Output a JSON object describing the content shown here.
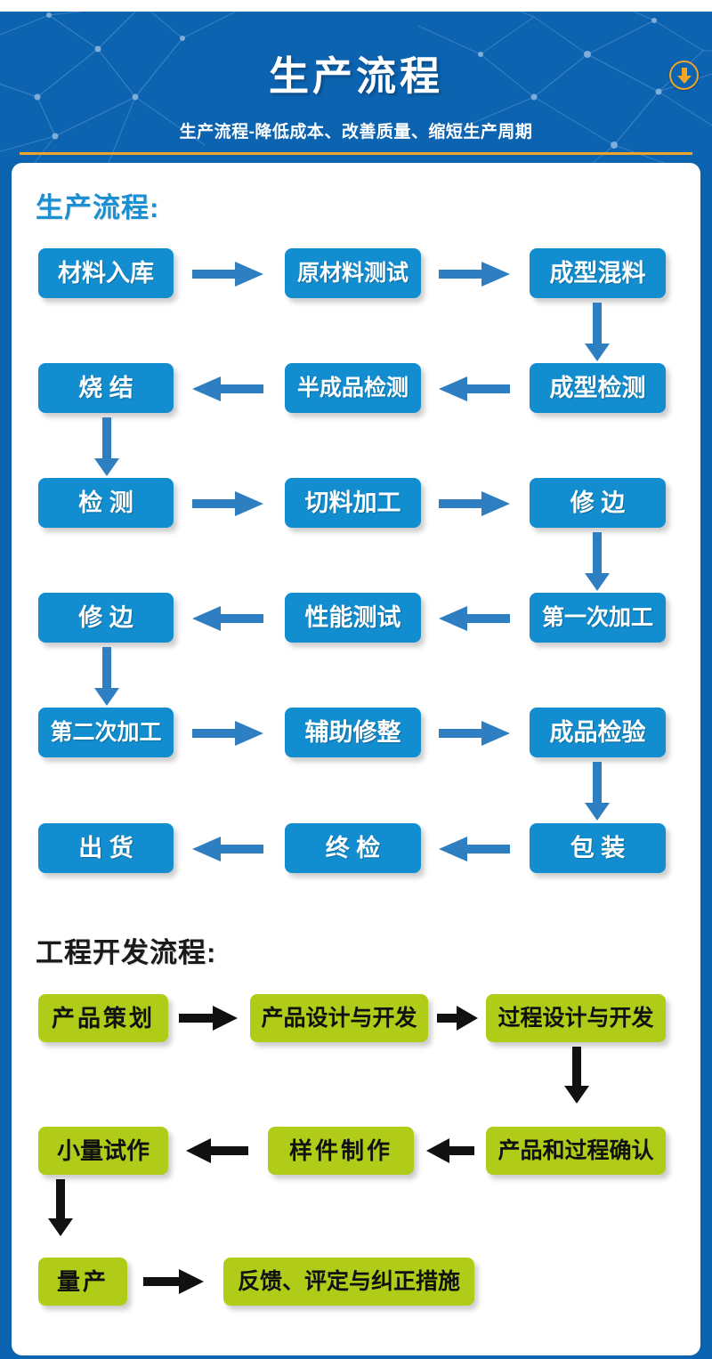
{
  "header": {
    "title": "生产流程",
    "subtitle": "生产流程-降低成本、改善质量、缩短生产周期",
    "download_icon": "download-circle-icon",
    "bg_color": "#0c63b0",
    "accent_color": "#f0a42a"
  },
  "sections": [
    {
      "id": "production",
      "title": "生产流程:",
      "title_color": "#1a8fd2",
      "node_color": "#128ed0",
      "arrow_color": "#2d7fc1",
      "rows": [
        {
          "direction": "right",
          "nodes": [
            "材料入库",
            "原材料测试",
            "成型混料"
          ]
        },
        {
          "direction": "left",
          "nodes": [
            "烧  结",
            "半成品检测",
            "成型检测"
          ]
        },
        {
          "direction": "right",
          "nodes": [
            "检  测",
            "切料加工",
            "修  边"
          ]
        },
        {
          "direction": "left",
          "nodes": [
            "修  边",
            "性能测试",
            "第一次加工"
          ]
        },
        {
          "direction": "right",
          "nodes": [
            "第二次加工",
            "辅助修整",
            "成品检验"
          ]
        },
        {
          "direction": "left",
          "nodes": [
            "出  货",
            "终  检",
            "包  装"
          ]
        }
      ]
    },
    {
      "id": "engineering",
      "title": "工程开发流程:",
      "title_color": "#1a1a1a",
      "node_color": "#b0cb18",
      "arrow_color": "#111111",
      "rows": [
        {
          "direction": "right",
          "nodes": [
            "产品策划",
            "产品设计与开发",
            "过程设计与开发"
          ]
        },
        {
          "direction": "left",
          "nodes": [
            "小量试作",
            "样件制作",
            "产品和过程确认"
          ]
        },
        {
          "direction": "right",
          "nodes": [
            "量产",
            "反馈、评定与纠正措施"
          ]
        }
      ]
    }
  ],
  "nodes": {
    "p_r1_c1": "材料入库",
    "p_r1_c2": "原材料测试",
    "p_r1_c3": "成型混料",
    "p_r2_c1": "烧  结",
    "p_r2_c2": "半成品检测",
    "p_r2_c3": "成型检测",
    "p_r3_c1": "检  测",
    "p_r3_c2": "切料加工",
    "p_r3_c3": "修  边",
    "p_r4_c1": "修  边",
    "p_r4_c2": "性能测试",
    "p_r4_c3": "第一次加工",
    "p_r5_c1": "第二次加工",
    "p_r5_c2": "辅助修整",
    "p_r5_c3": "成品检验",
    "p_r6_c1": "出  货",
    "p_r6_c2": "终  检",
    "p_r6_c3": "包  装",
    "e_r1_c1": "产品策划",
    "e_r1_c2": "产品设计与开发",
    "e_r1_c3": "过程设计与开发",
    "e_r2_c1": "小量试作",
    "e_r2_c2": "样件制作",
    "e_r2_c3": "产品和过程确认",
    "e_r3_c1": "量产",
    "e_r3_c2": "反馈、评定与纠正措施"
  },
  "titles": {
    "production": "生产流程:",
    "engineering": "工程开发流程:"
  }
}
